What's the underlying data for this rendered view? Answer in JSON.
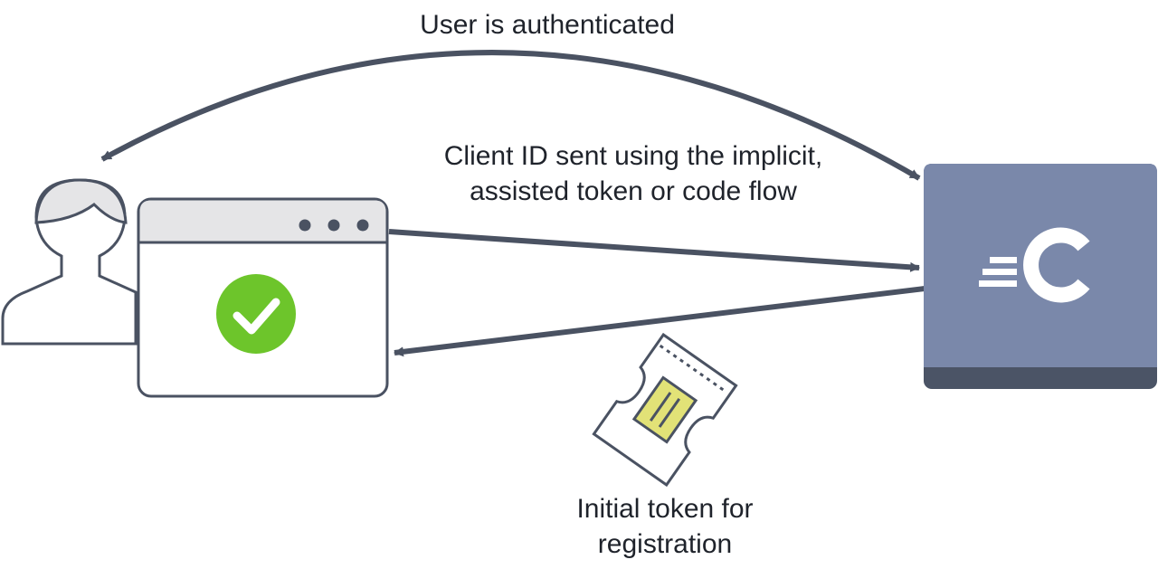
{
  "labels": {
    "auth": "User is authenticated",
    "client_line1": "Client ID sent using the implicit,",
    "client_line2": "assisted token or code flow",
    "token_line1": "Initial token for",
    "token_line2": "registration"
  },
  "colors": {
    "stroke": "#4a5262",
    "browser_bar": "#e5e5e7",
    "check": "#6dc52b",
    "server": "#7a88aa",
    "server_base": "#4b5466",
    "token_window": "#e2e277"
  },
  "icons": {
    "user": "user-icon",
    "browser": "browser-window-icon",
    "check": "checkmark-icon",
    "server": "curity-logo-icon",
    "token": "ticket-token-icon"
  }
}
